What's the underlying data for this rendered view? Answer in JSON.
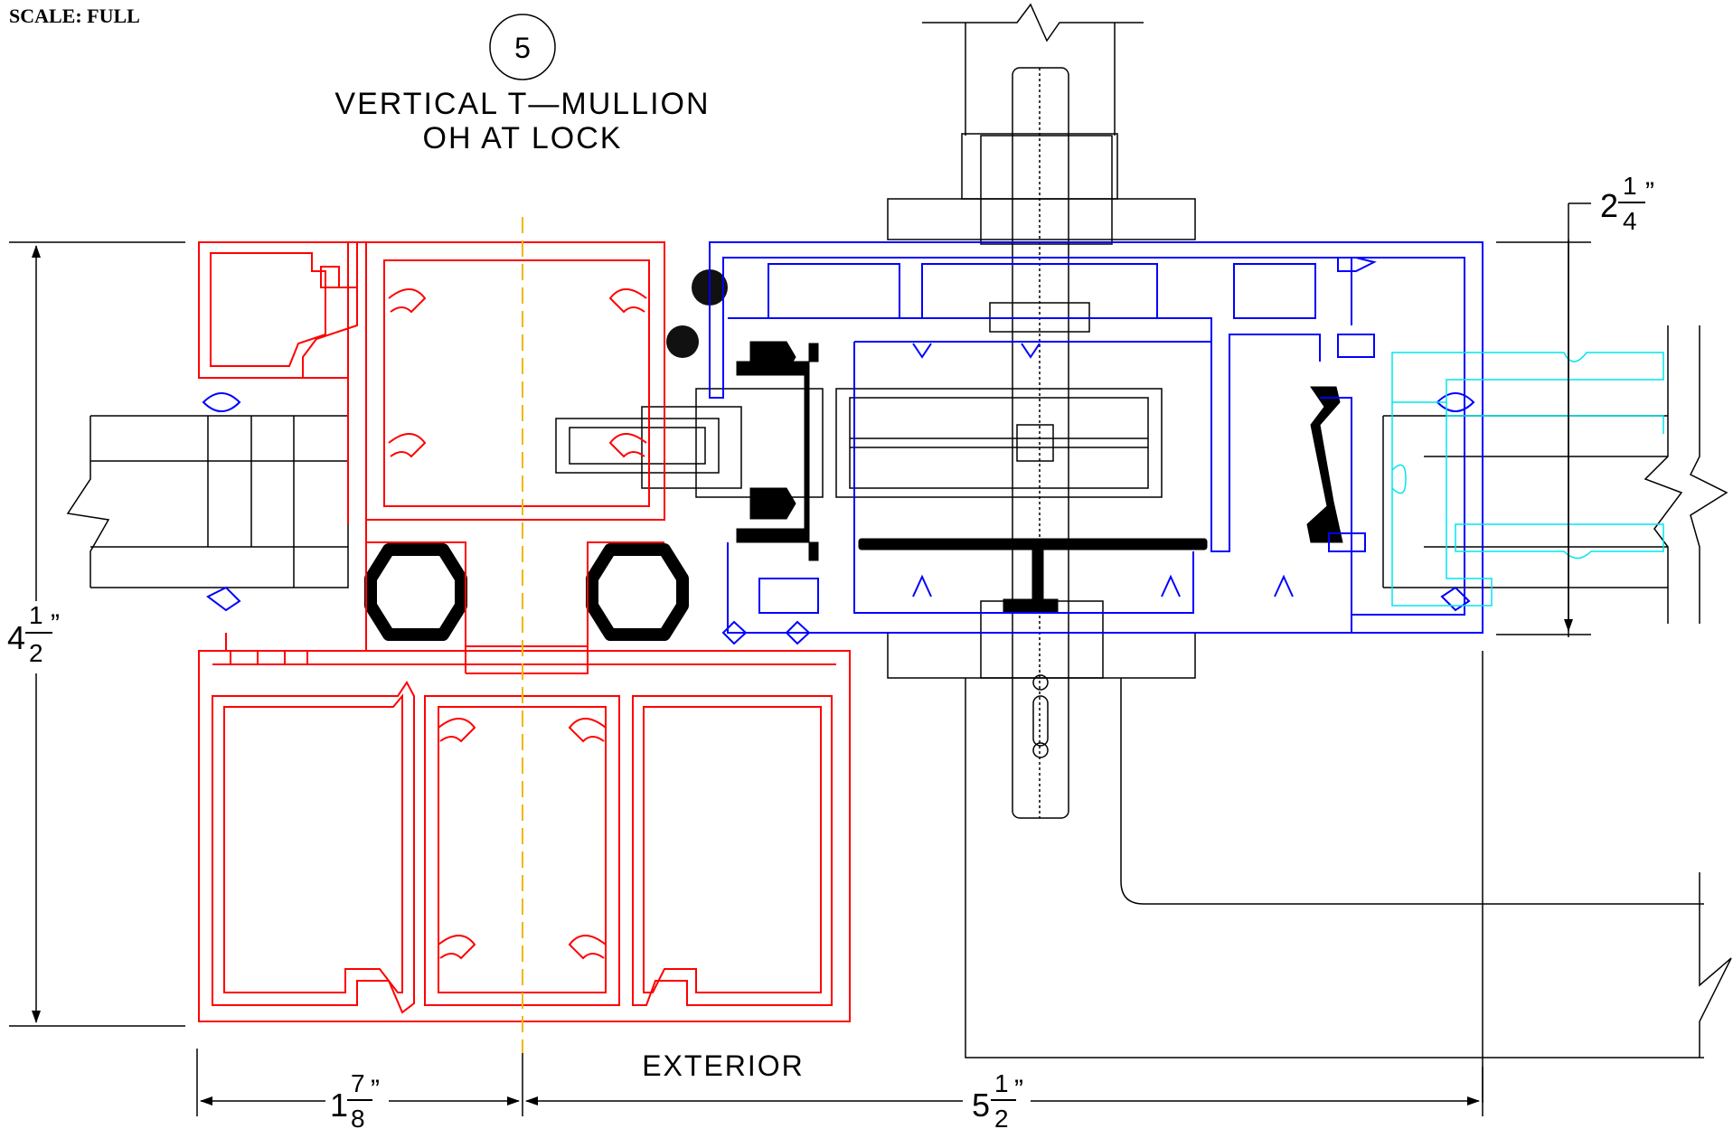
{
  "scale_label": "SCALE: FULL",
  "detail": {
    "number": "5",
    "title_line1": "VERTICAL T—MULLION",
    "title_line2": "OH AT LOCK"
  },
  "labels": {
    "exterior": "EXTERIOR"
  },
  "dimensions": {
    "overall_height": {
      "whole": "4",
      "num": "1",
      "den": "2",
      "unit": "”"
    },
    "door_depth": {
      "whole": "2",
      "num": "1",
      "den": "4",
      "unit": "”"
    },
    "mullion_width": {
      "whole": "1",
      "num": "7",
      "den": "8",
      "unit": "”"
    },
    "overall_width": {
      "whole": "5",
      "num": "1",
      "den": "2",
      "unit": "”"
    }
  },
  "colors": {
    "frame": "#ff0000",
    "door": "#0000ff",
    "adjacent_leaf": "#00e5ee",
    "centerline": "#f2b705",
    "hardware": "#000000"
  }
}
